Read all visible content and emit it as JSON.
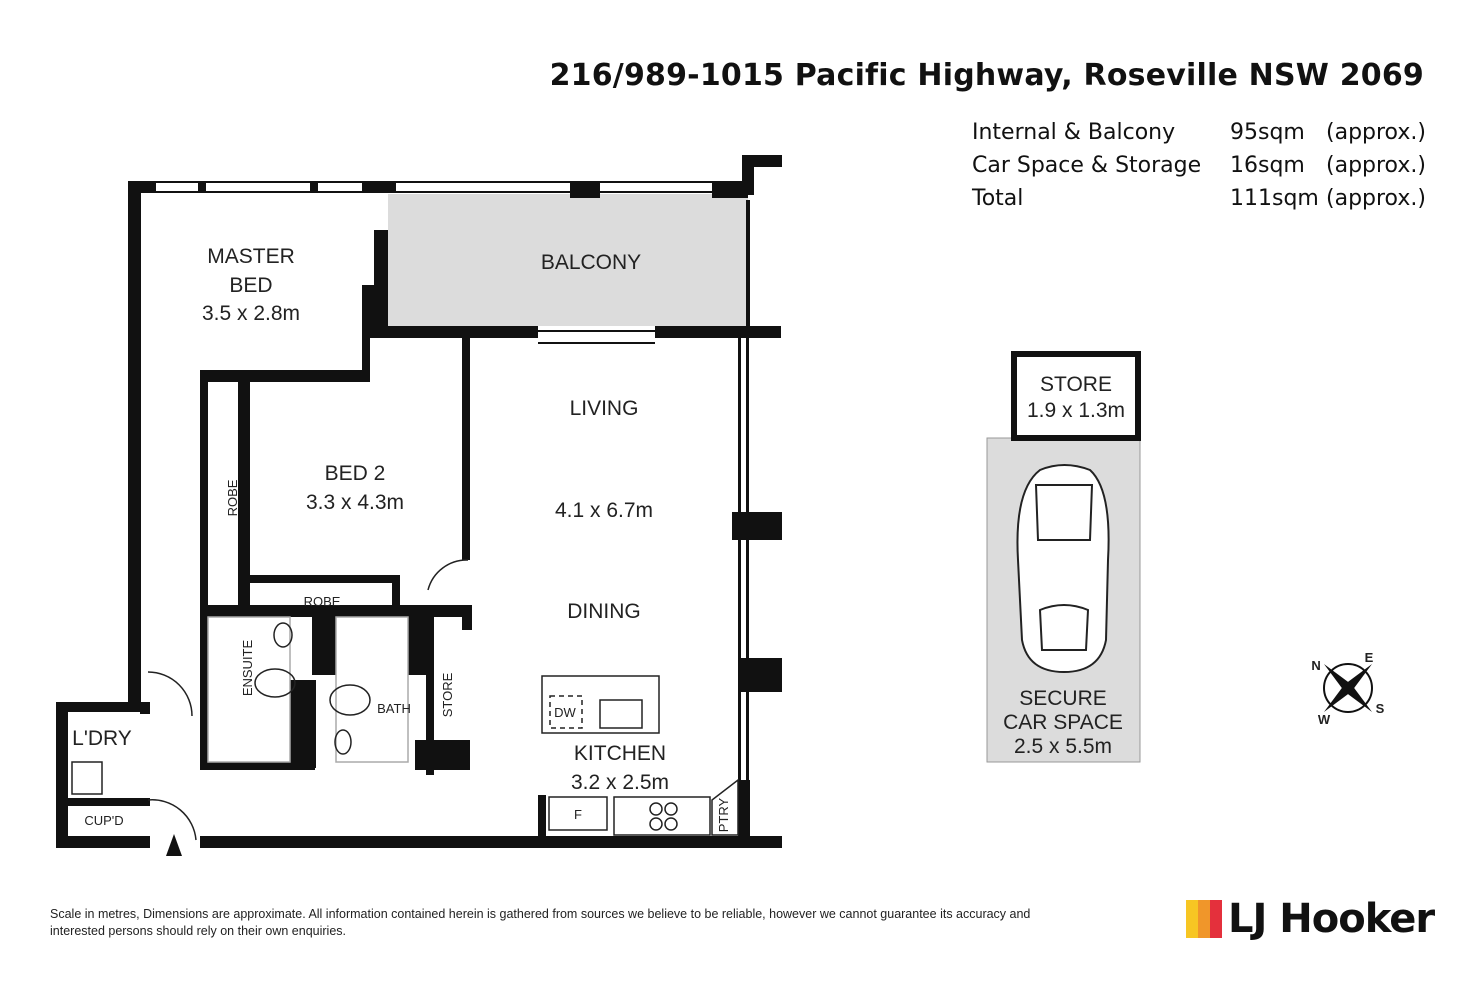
{
  "header": {
    "address": "216/989-1015 Pacific Highway, Roseville NSW 2069"
  },
  "areas": [
    {
      "label": "Internal & Balcony",
      "value": "95sqm",
      "note": "(approx.)"
    },
    {
      "label": "Car Space & Storage",
      "value": "16sqm",
      "note": "(approx.)"
    },
    {
      "label": "Total",
      "value": "111sqm",
      "note": "(approx.)"
    }
  ],
  "rooms": {
    "master_l1": "MASTER",
    "master_l2": "BED",
    "master_dim": "3.5 x 2.8m",
    "balcony": "BALCONY",
    "living": "LIVING",
    "living_dim": "4.1 x 6.7m",
    "dining": "DINING",
    "bed2": "BED 2",
    "bed2_dim": "3.3 x 4.3m",
    "robe1": "ROBE",
    "robe2": "ROBE",
    "ensuite": "ENSUITE",
    "bath": "BATH",
    "store": "STORE",
    "kitchen": "KITCHEN",
    "kitchen_dim": "3.2 x 2.5m",
    "dw": "DW",
    "fridge": "F",
    "pantry": "PTRY",
    "laundry": "L'DRY",
    "cupboard": "CUP'D",
    "store2": "STORE",
    "store2_dim": "1.9 x 1.3m",
    "car_l1": "SECURE",
    "car_l2": "CAR SPACE",
    "car_dim": "2.5 x 5.5m"
  },
  "compass": {
    "n": "N",
    "e": "E",
    "s": "S",
    "w": "W"
  },
  "footer": {
    "disclaimer": "Scale in metres, Dimensions are approximate. All information contained herein is gathered from sources we believe to be reliable, however we cannot guarantee its accuracy and interested persons should rely on their own enquiries."
  },
  "brand": {
    "name": "LJ Hooker",
    "colors": [
      "#f7c623",
      "#f0962a",
      "#e4303c"
    ]
  }
}
